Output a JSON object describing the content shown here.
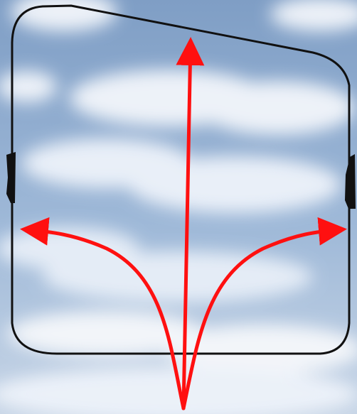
{
  "scene": {
    "background": "sky with clouds",
    "colors": {
      "sky_top": "#7f9ec5",
      "sky_mid": "#9fb9d8",
      "sky_bottom": "#c7d5e6",
      "cloud": "#f3f6fb",
      "outline": "#111111",
      "arrow": "#ff1010"
    }
  },
  "diagram": {
    "shape": "rounded-quadrilateral outline",
    "arrows": {
      "count": 3,
      "directions": [
        "up",
        "left",
        "right"
      ]
    },
    "side_markers": {
      "count": 2,
      "positions": [
        "left-side",
        "right-side"
      ]
    }
  }
}
